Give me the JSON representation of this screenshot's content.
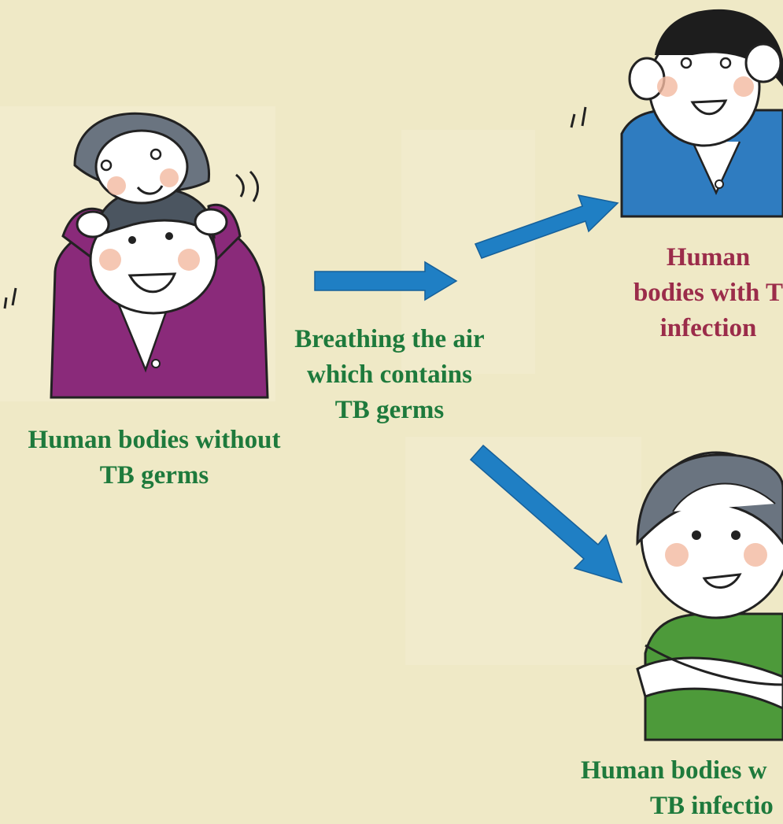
{
  "colors": {
    "background": "#efe9c6",
    "label_green": "#1e7a3c",
    "label_maroon": "#9b2c4a",
    "arrow_blue": "#1f7fc4",
    "shirt_purple": "#8a2a7a",
    "shirt_blue": "#2f7cc0",
    "shirt_green": "#4d9a3a"
  },
  "icons": [
    "mother-child-figure",
    "man-blue-shirt-figure",
    "boy-green-shirt-figure",
    "right-arrow",
    "up-right-arrow",
    "down-right-arrow"
  ],
  "labels": {
    "without_germs": [
      "Human bodies without",
      "TB germs"
    ],
    "breathing": [
      "Breathing the air",
      "which contains",
      "TB germs"
    ],
    "with_infection": [
      "Human",
      "bodies with T",
      "infection"
    ],
    "without_infection": [
      "Human bodies w",
      "TB infectio"
    ]
  }
}
